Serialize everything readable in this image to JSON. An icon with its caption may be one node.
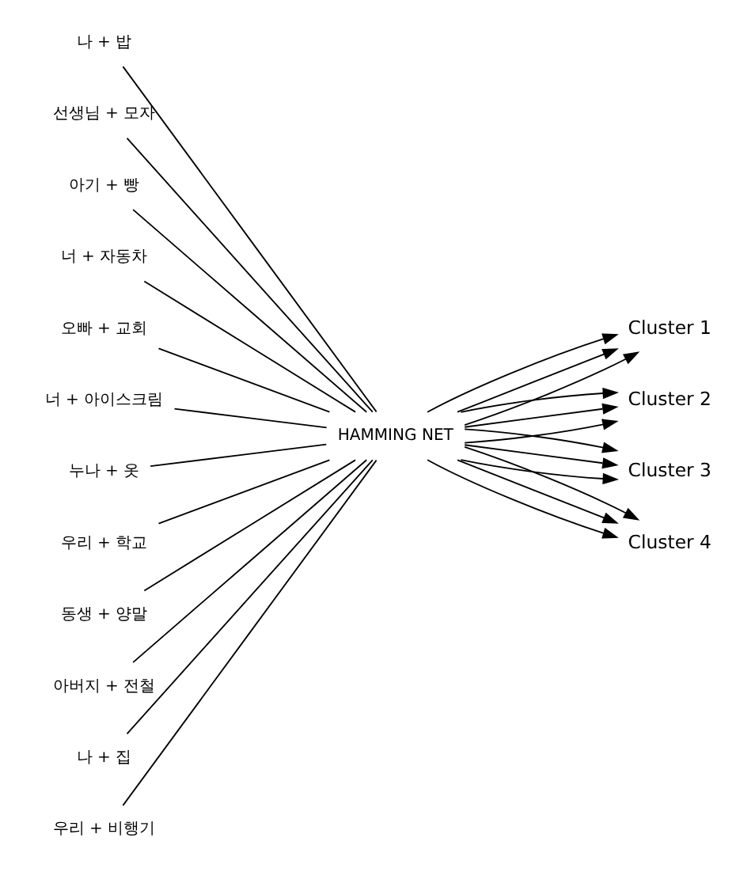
{
  "diagram": {
    "nodes": [
      {
        "text": [
          "나 + 밥"
        ]
      },
      {
        "text": [
          "선생님 + 모자"
        ]
      },
      {
        "text": [
          "아기 + 빵"
        ]
      },
      {
        "text": [
          "너 + 자동차"
        ]
      },
      {
        "text": [
          "오빠 + 교회"
        ]
      },
      {
        "text": [
          "너 + 아이스크림"
        ]
      },
      {
        "text": [
          "누나 + 옷"
        ]
      },
      {
        "text": [
          "우리 + 학교"
        ]
      },
      {
        "text": [
          "동생 + 양말"
        ]
      },
      {
        "text": [
          "아버지 + 전철"
        ]
      },
      {
        "text": [
          "나 + 집"
        ]
      },
      {
        "text": [
          "우리 + 비행기"
        ]
      },
      {
        "text": [
          "HAMMING NET"
        ]
      },
      {
        "text": [
          "Cluster 1"
        ]
      },
      {
        "text": [
          "Cluster 2"
        ]
      },
      {
        "text": [
          "Cluster 3"
        ]
      },
      {
        "text": [
          "Cluster 4"
        ]
      }
    ],
    "edges": [
      {
        "from": 0,
        "to": 12,
        "arrow": "none"
      },
      {
        "from": 1,
        "to": 12,
        "arrow": "none"
      },
      {
        "from": 2,
        "to": 12,
        "arrow": "none"
      },
      {
        "from": 3,
        "to": 12,
        "arrow": "none"
      },
      {
        "from": 4,
        "to": 12,
        "arrow": "none"
      },
      {
        "from": 5,
        "to": 12,
        "arrow": "none"
      },
      {
        "from": 6,
        "to": 12,
        "arrow": "none"
      },
      {
        "from": 7,
        "to": 12,
        "arrow": "none"
      },
      {
        "from": 8,
        "to": 12,
        "arrow": "none"
      },
      {
        "from": 9,
        "to": 12,
        "arrow": "none"
      },
      {
        "from": 10,
        "to": 12,
        "arrow": "none"
      },
      {
        "from": 11,
        "to": 12,
        "arrow": "none"
      },
      {
        "from": 12,
        "to": 15,
        "arrow": "to"
      },
      {
        "from": 12,
        "to": 13,
        "arrow": "to"
      },
      {
        "from": 12,
        "to": 15,
        "arrow": "to"
      },
      {
        "from": 12,
        "to": 16,
        "arrow": "to"
      },
      {
        "from": 12,
        "to": 14,
        "arrow": "to"
      },
      {
        "from": 12,
        "to": 15,
        "arrow": "to"
      },
      {
        "from": 12,
        "to": 13,
        "arrow": "to"
      },
      {
        "from": 12,
        "to": 14,
        "arrow": "to"
      },
      {
        "from": 12,
        "to": 13,
        "arrow": "to"
      },
      {
        "from": 12,
        "to": 16,
        "arrow": "to"
      },
      {
        "from": 12,
        "to": 14,
        "arrow": "to"
      },
      {
        "from": 12,
        "to": 16,
        "arrow": "to"
      }
    ]
  }
}
